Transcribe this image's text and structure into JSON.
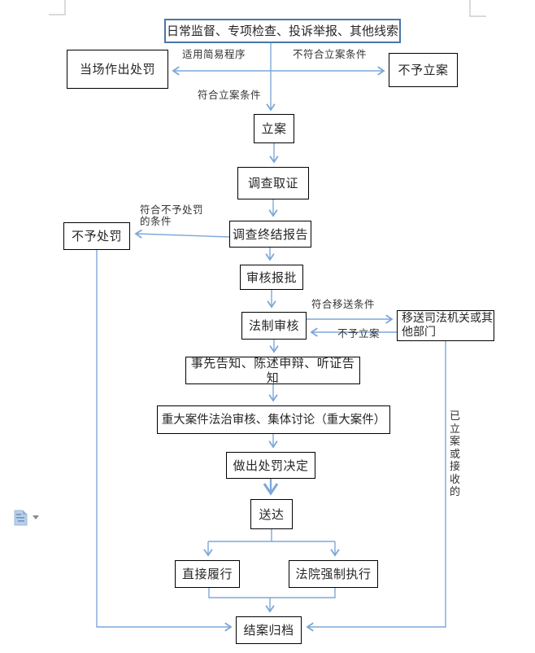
{
  "flowchart": {
    "colors": {
      "accent_border": "#4878a8",
      "arrow": "#7da7d9",
      "box_border": "#000000"
    },
    "nodes": [
      {
        "id": "sources",
        "label": "日常监督、专项检查、投诉举报、其他线索"
      },
      {
        "id": "onsite-penalty",
        "label": "当场作出处罚"
      },
      {
        "id": "no-filing",
        "label": "不予立案"
      },
      {
        "id": "case-filing",
        "label": "立案"
      },
      {
        "id": "investigation",
        "label": "调查取证"
      },
      {
        "id": "no-penalty",
        "label": "不予处罚"
      },
      {
        "id": "final-report",
        "label": "调查终结报告"
      },
      {
        "id": "review-approval",
        "label": "审核报批"
      },
      {
        "id": "legal-review",
        "label": "法制审核"
      },
      {
        "id": "transfer-judicial",
        "label": "移送司法机关或其他部门"
      },
      {
        "id": "prior-notice",
        "label": "事先告知、陈述申辩、听证告知"
      },
      {
        "id": "major-case-review",
        "label": "重大案件法治审核、集体讨论（重大案件）"
      },
      {
        "id": "penalty-decision",
        "label": "做出处罚决定"
      },
      {
        "id": "service-delivery",
        "label": "送达"
      },
      {
        "id": "direct-performance",
        "label": "直接履行"
      },
      {
        "id": "court-enforcement",
        "label": "法院强制执行"
      },
      {
        "id": "case-closing",
        "label": "结案归档"
      }
    ],
    "edge_labels": [
      {
        "id": "simple-procedure",
        "text": "适用简易程序"
      },
      {
        "id": "not-meet-filing",
        "text": "不符合立案条件"
      },
      {
        "id": "meet-filing",
        "text": "符合立案条件"
      },
      {
        "id": "meet-no-penalty",
        "text": "符合不予处罚\n的条件"
      },
      {
        "id": "meet-transfer",
        "text": "符合移送条件"
      },
      {
        "id": "transfer-no-filing",
        "text": "不予立案"
      },
      {
        "id": "filed-or-received",
        "text": "已立案或接收的"
      }
    ],
    "margin": {
      "icon": "document-icon",
      "dropdown_icon": "dropdown-arrow-icon"
    }
  }
}
